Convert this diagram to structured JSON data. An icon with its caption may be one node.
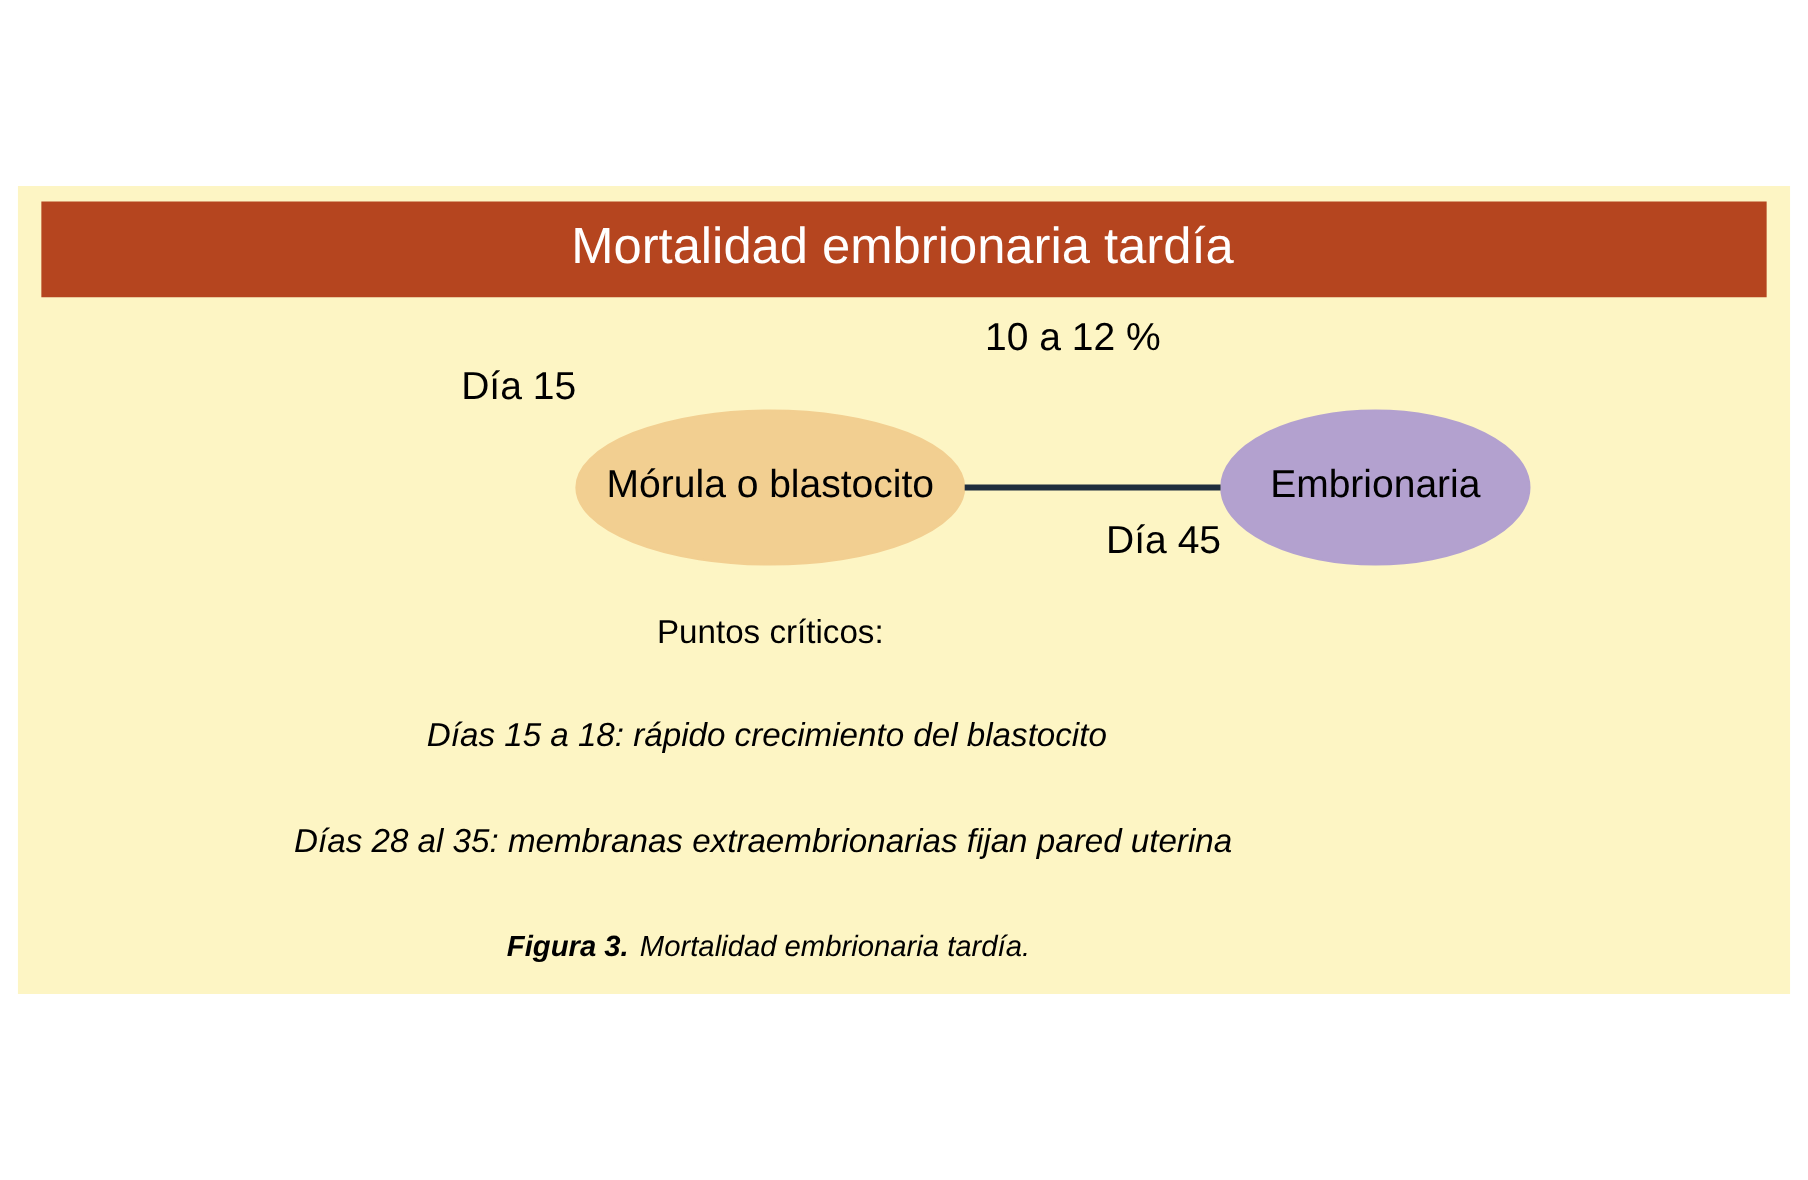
{
  "diagram": {
    "title": "Mortalidad embrionaria tardía",
    "caption": "**Figura 3.** Mortalidad embrionaria tardía.",
    "nodes": [
      {
        "text": [
          "Mórula o blastocito"
        ],
        "beside": [
          "Día 15"
        ]
      },
      {
        "text": [
          "Embrionaria"
        ],
        "beside": [
          "Día 45"
        ]
      }
    ],
    "edges": [
      {
        "from": 0,
        "to": 1,
        "arrow": "none"
      }
    ],
    "labels": [
      "10 a 12 %",
      "Puntos críticos:",
      "Días 15 a 18: rápido crecimiento del blastocito",
      "Días 28 al 35: membranas extraembrionarias fijan pared uterina"
    ]
  }
}
